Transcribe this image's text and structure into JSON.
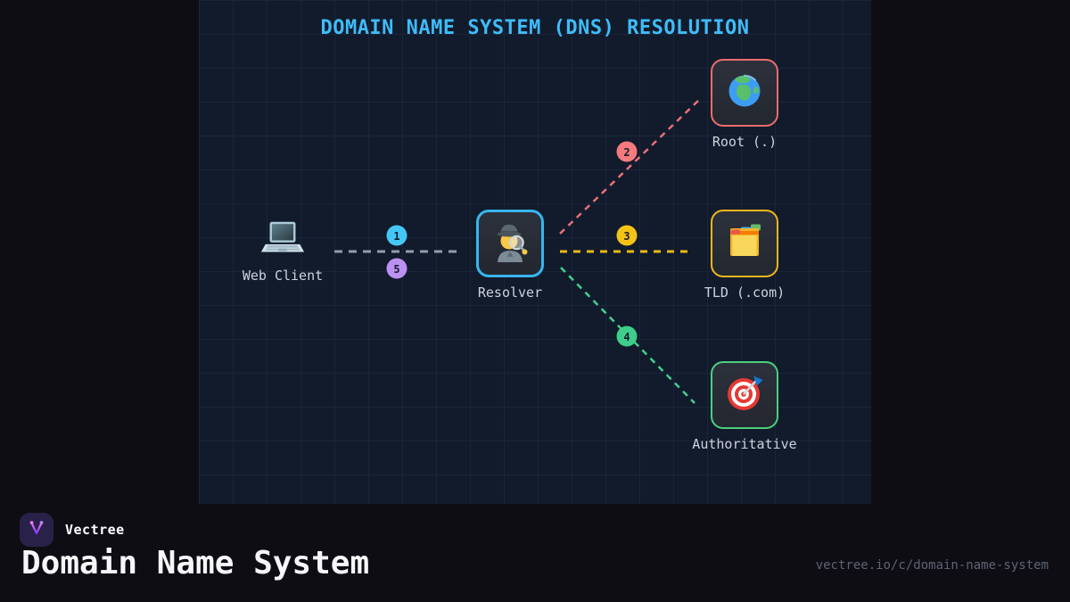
{
  "colors": {
    "outer_bg": "#0e0d14",
    "canvas_bg": "#111b2c",
    "title": "#3fbcf8",
    "label": "#ccd3de",
    "badge_text": "#131b2b",
    "heading": "#f6f7f9",
    "url": "#5c6473"
  },
  "diagram": {
    "title": "DOMAIN NAME SYSTEM (DNS) RESOLUTION",
    "nodes": [
      {
        "id": "web-client",
        "label": "Web Client",
        "icon": "laptop-icon",
        "border": "none"
      },
      {
        "id": "resolver",
        "label": "Resolver",
        "icon": "detective-icon",
        "border": "#38b5ef"
      },
      {
        "id": "root",
        "label": "Root (.)",
        "icon": "globe-icon",
        "border": "#ee6c6c"
      },
      {
        "id": "tld",
        "label": "TLD (.com)",
        "icon": "card-index-icon",
        "border": "#f2b61c"
      },
      {
        "id": "authoritative",
        "label": "Authoritative",
        "icon": "target-icon",
        "border": "#4bd07d"
      }
    ],
    "steps": [
      {
        "number": "1",
        "color": "#45c7f5"
      },
      {
        "number": "2",
        "color": "#f47a7e"
      },
      {
        "number": "3",
        "color": "#f5c316"
      },
      {
        "number": "4",
        "color": "#3ecd8a"
      },
      {
        "number": "5",
        "color": "#bb91f2"
      }
    ],
    "links": [
      {
        "from": "web-client",
        "to": "resolver",
        "color": "#929cac"
      },
      {
        "from": "resolver",
        "to": "root",
        "color": "#e97079"
      },
      {
        "from": "resolver",
        "to": "tld",
        "color": "#ecb915"
      },
      {
        "from": "resolver",
        "to": "authoritative",
        "color": "#41d18c"
      }
    ]
  },
  "footer": {
    "brand": "Vectree",
    "heading": "Domain Name System",
    "url": "vectree.io/c/domain-name-system"
  }
}
